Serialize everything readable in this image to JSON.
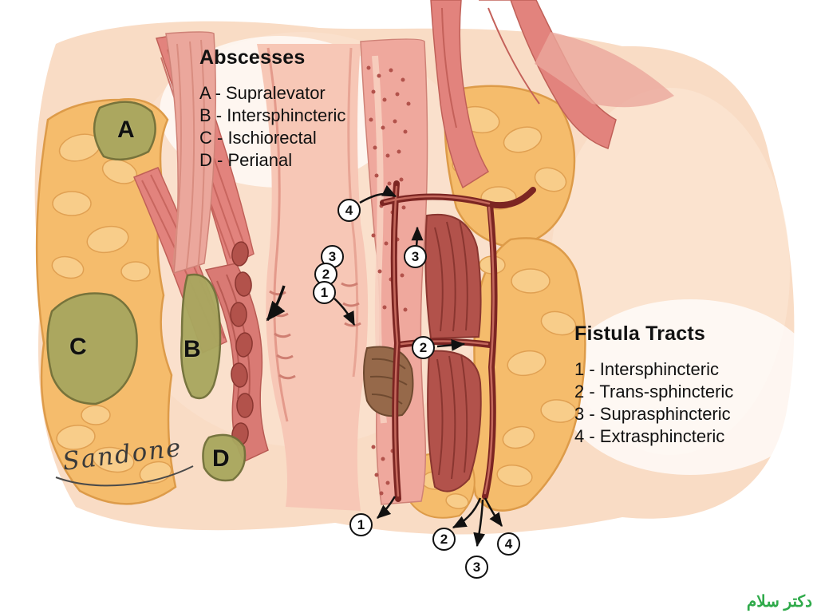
{
  "abscess_legend": {
    "title": "Abscesses",
    "items": [
      {
        "label": "A - Supralevator"
      },
      {
        "label": "B - Intersphincteric"
      },
      {
        "label": "C - Ischiorectal"
      },
      {
        "label": "D - Perianal"
      }
    ]
  },
  "fistula_legend": {
    "title": "Fistula Tracts",
    "items": [
      {
        "label": "1 - Intersphincteric"
      },
      {
        "label": "2 - Trans-sphincteric"
      },
      {
        "label": "3 - Suprasphincteric"
      },
      {
        "label": "4 - Extrasphincteric"
      }
    ]
  },
  "markers": {
    "abscess_a": "A",
    "abscess_b": "B",
    "abscess_c": "C",
    "abscess_d": "D",
    "tract_4_upper": "4",
    "tract_3_left": "3",
    "tract_2_left": "2",
    "tract_1_left": "1",
    "tract_3_right": "3",
    "tract_2_mid": "2",
    "tract_1_bottom": "1",
    "tract_2_bottom": "2",
    "tract_3_bottom": "3",
    "tract_4_bottom": "4"
  },
  "signature": "Sandone",
  "watermark": "دکتر سلام",
  "palette": {
    "background_wash": "#f9dcc5",
    "fat_yellow": "#f5bc6c",
    "muscle_pink": "#e2837d",
    "wall_pink": "#eba79c",
    "canal_pale": "#f7c7b6",
    "tract_deep_red": "#7c2522",
    "muscle_dark_red": "#b2524b",
    "abscess_olive": "#a9a75f",
    "gland_brown": "#96694a",
    "watermark_green": "#2faa4a",
    "ink": "#111111"
  }
}
